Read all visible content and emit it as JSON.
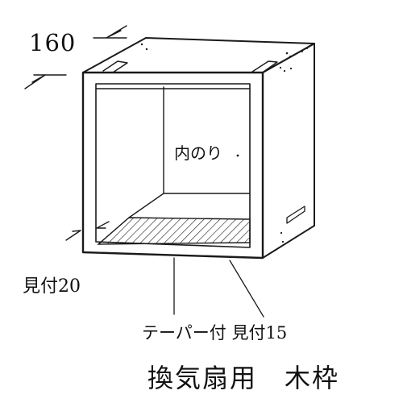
{
  "labels": {
    "top_dimension": "160",
    "interior": "内のり",
    "side_frame": "見付20",
    "bottom_taper": "テーパー付 見付15",
    "title": "換気扇用　木枠"
  },
  "colors": {
    "ink": "#1a1a1a",
    "background": "#ffffff"
  }
}
